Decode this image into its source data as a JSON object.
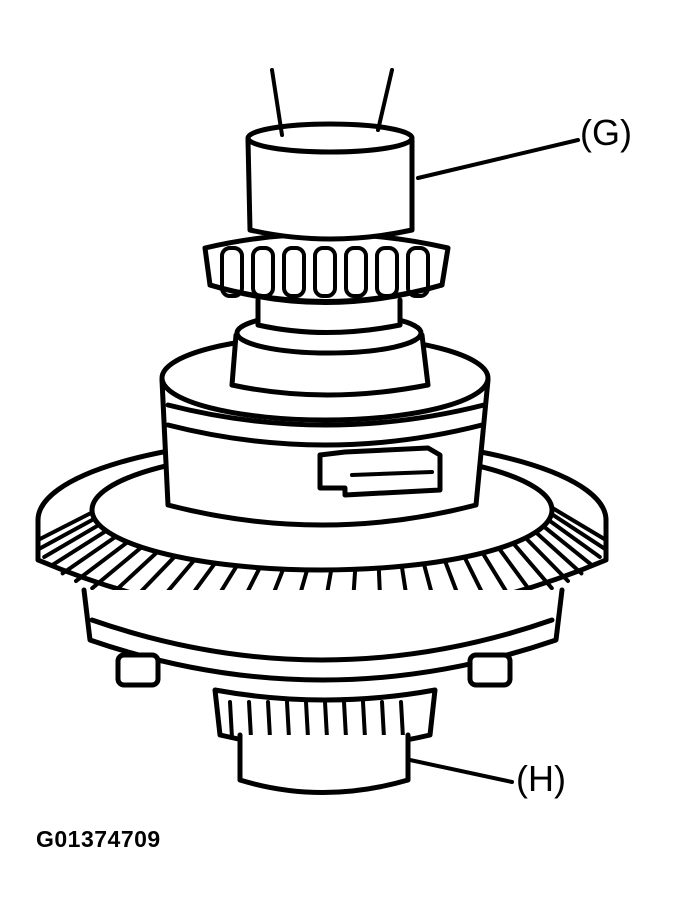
{
  "labels": {
    "g": "(G)",
    "h": "(H)"
  },
  "figure_id": "G01374709",
  "colors": {
    "ink": "#000000",
    "paper": "#ffffff"
  },
  "icons": {
    "main": "differential-gear-assembly-icon"
  }
}
